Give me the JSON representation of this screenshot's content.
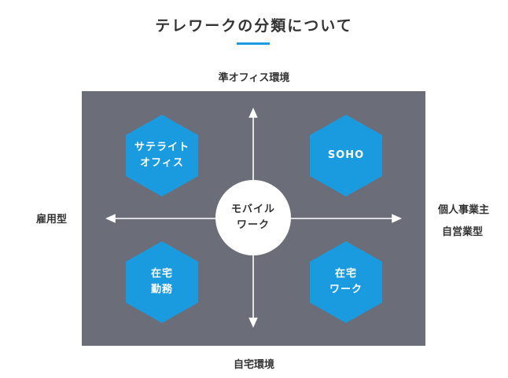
{
  "title": "テレワークの分類について",
  "axes": {
    "top": "準オフィス環境",
    "bottom": "自宅環境",
    "left": "雇用型",
    "right_line1": "個人事業主",
    "right_line2": "自営業型"
  },
  "quadrants": {
    "top_left": "サテライト\nオフィス",
    "top_right": "SOHO",
    "bottom_left": "在宅\n勤務",
    "bottom_right": "在宅\nワーク"
  },
  "center": "モバイル\nワーク",
  "colors": {
    "accent": "#1a9be0",
    "panel": "#6b6e78",
    "text": "#333333"
  }
}
